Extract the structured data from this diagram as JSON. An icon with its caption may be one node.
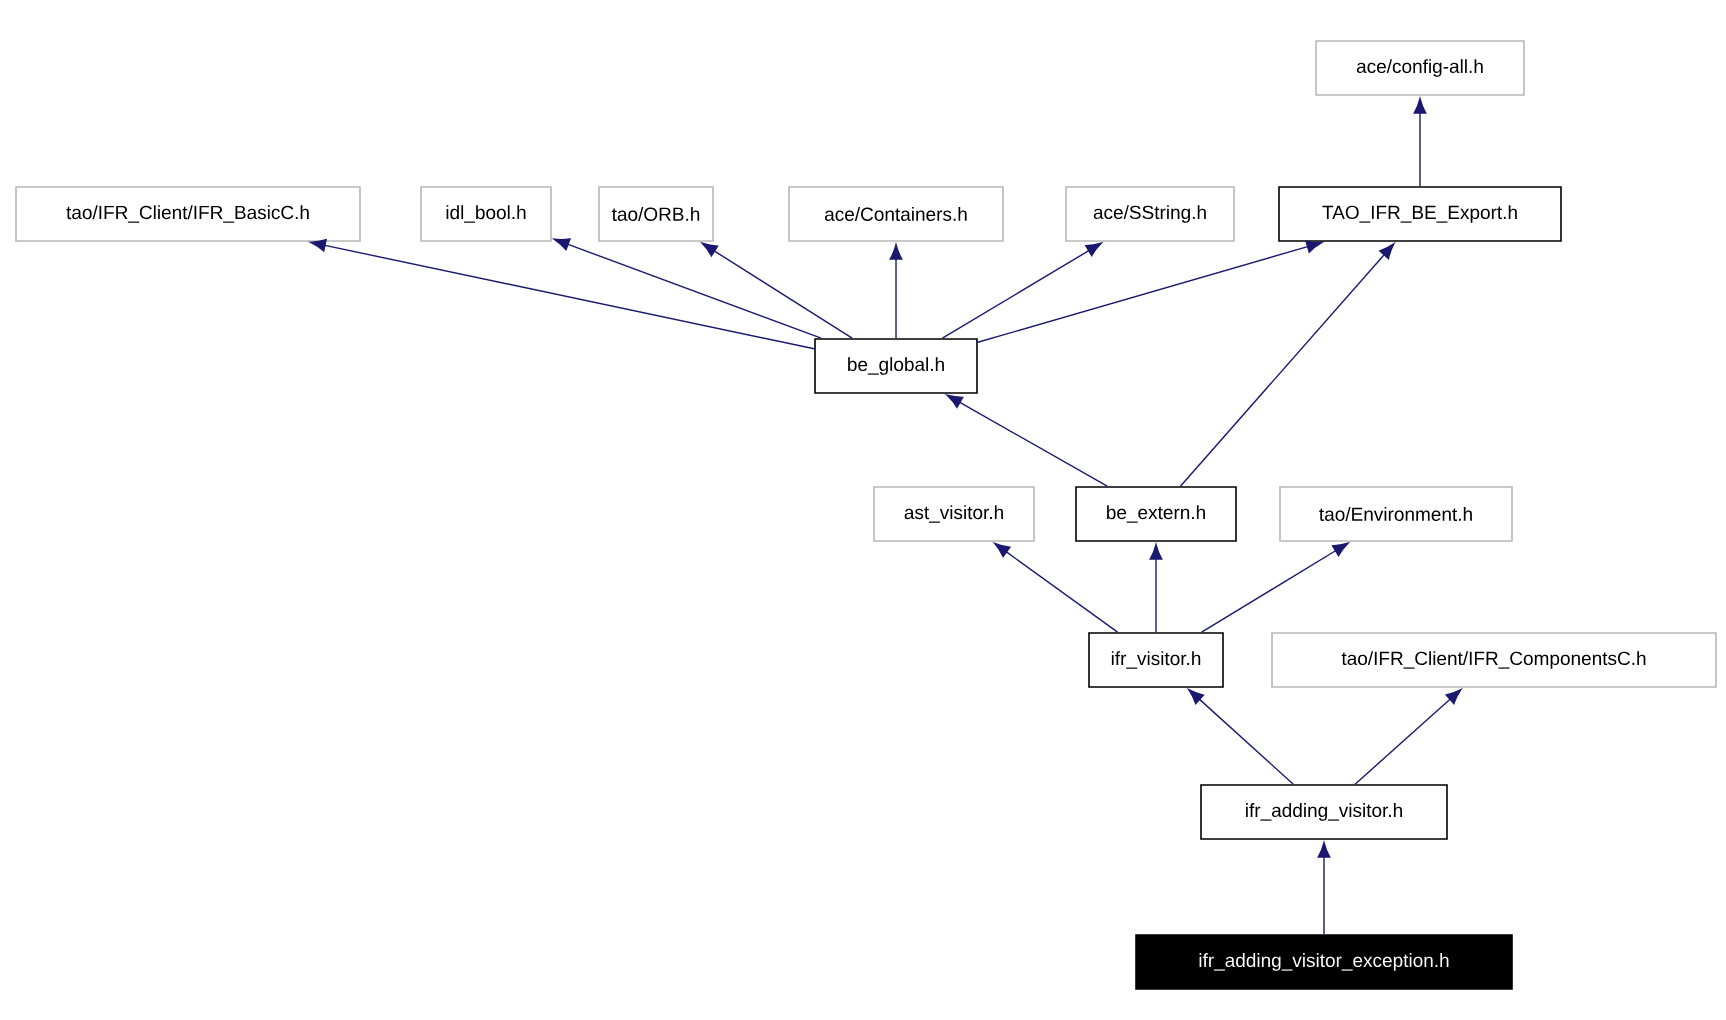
{
  "diagram": {
    "nodes": [
      {
        "text": [
          "tao/IFR_Client/IFR_BasicC.h"
        ]
      },
      {
        "text": [
          "idl_bool.h"
        ]
      },
      {
        "text": [
          "tao/ORB.h"
        ]
      },
      {
        "text": [
          "ace/Containers.h"
        ]
      },
      {
        "text": [
          "ace/SString.h"
        ]
      },
      {
        "text": [
          "TAO_IFR_BE_Export.h"
        ]
      },
      {
        "text": [
          "ace/config-all.h"
        ]
      },
      {
        "text": [
          "be_global.h"
        ]
      },
      {
        "text": [
          "ast_visitor.h"
        ]
      },
      {
        "text": [
          "be_extern.h"
        ]
      },
      {
        "text": [
          "tao/Environment.h"
        ]
      },
      {
        "text": [
          "ifr_visitor.h"
        ]
      },
      {
        "text": [
          "tao/IFR_Client/IFR_ComponentsC.h"
        ]
      },
      {
        "text": [
          "ifr_adding_visitor.h"
        ]
      },
      {
        "text": [
          "ifr_adding_visitor_exception.h"
        ]
      }
    ],
    "edges": [
      {
        "from": 7,
        "to": 0,
        "arrow": "to"
      },
      {
        "from": 7,
        "to": 1,
        "arrow": "to"
      },
      {
        "from": 7,
        "to": 2,
        "arrow": "to"
      },
      {
        "from": 7,
        "to": 3,
        "arrow": "to"
      },
      {
        "from": 7,
        "to": 4,
        "arrow": "to"
      },
      {
        "from": 7,
        "to": 5,
        "arrow": "to"
      },
      {
        "from": 5,
        "to": 6,
        "arrow": "to"
      },
      {
        "from": 9,
        "to": 7,
        "arrow": "to"
      },
      {
        "from": 9,
        "to": 5,
        "arrow": "to"
      },
      {
        "from": 11,
        "to": 8,
        "arrow": "to"
      },
      {
        "from": 11,
        "to": 9,
        "arrow": "to"
      },
      {
        "from": 11,
        "to": 10,
        "arrow": "to"
      },
      {
        "from": 13,
        "to": 11,
        "arrow": "to"
      },
      {
        "from": 13,
        "to": 12,
        "arrow": "to"
      },
      {
        "from": 14,
        "to": 13,
        "arrow": "to"
      }
    ]
  }
}
